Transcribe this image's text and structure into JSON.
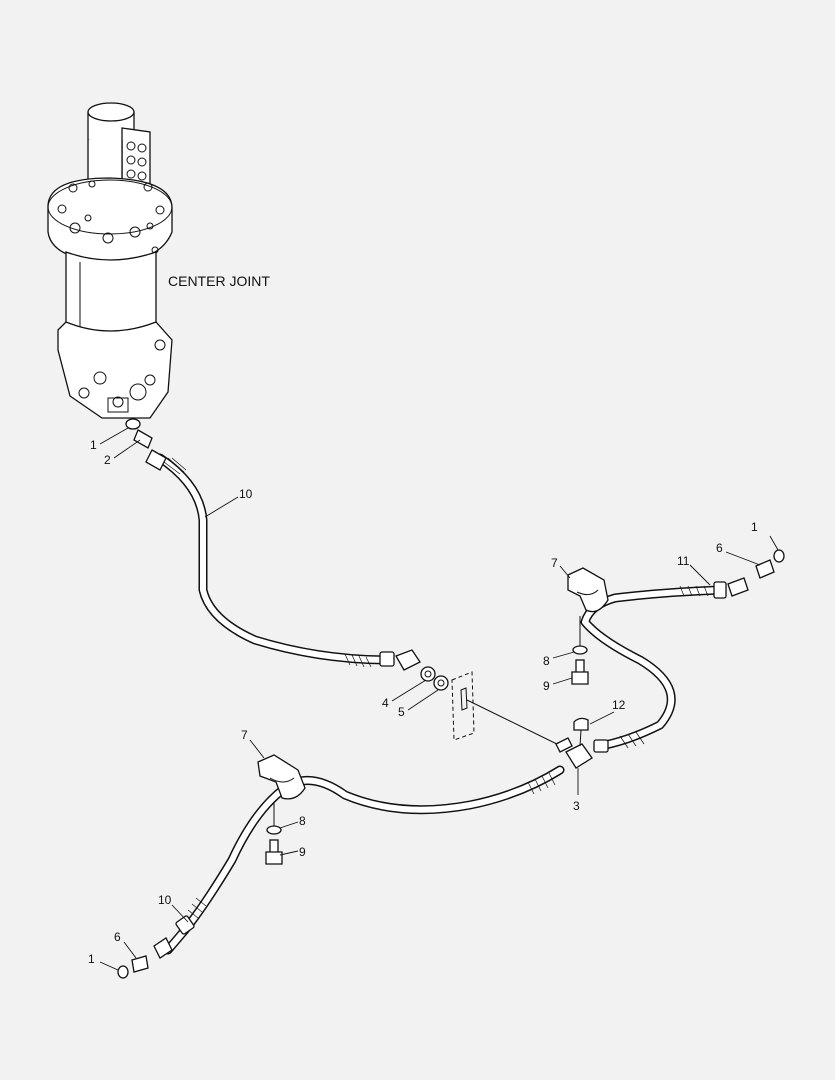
{
  "title": "CENTER JOINT",
  "callouts": {
    "c1a": "1",
    "c2": "2",
    "c10a": "10",
    "c4": "4",
    "c5": "5",
    "c1b": "1",
    "c6a": "6",
    "c11": "11",
    "c7a": "7",
    "c8a": "8",
    "c9a": "9",
    "c12": "12",
    "c3": "3",
    "c7b": "7",
    "c8b": "8",
    "c9b": "9",
    "c10b": "10",
    "c6b": "6",
    "c1c": "1"
  }
}
